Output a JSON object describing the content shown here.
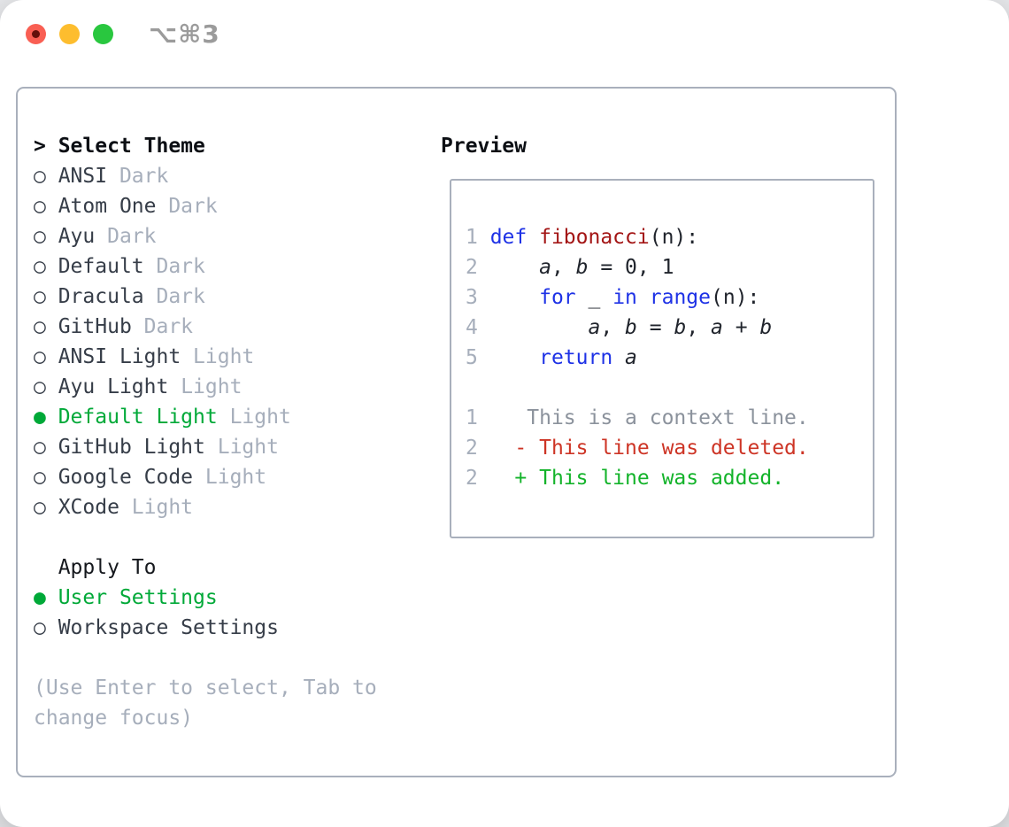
{
  "window": {
    "title": "⌥⌘3",
    "traffic_lights": [
      "close",
      "minimize",
      "zoom"
    ]
  },
  "colors": {
    "accent_green": "#00a938",
    "text_dark": "#363d48",
    "text_muted": "#a6aebb",
    "border_gray": "#a9b0bc",
    "code_keyword_blue": "#1e32e6",
    "code_function_red": "#a31515",
    "diff_deleted_red": "#cd3425",
    "diff_added_green": "#13b32a",
    "traffic_red": "#f95f53",
    "traffic_yellow": "#fdbd2e",
    "traffic_green": "#29c73f"
  },
  "theme_panel": {
    "cursor": "> ",
    "select_heading": "Select Theme",
    "unselected_bullet": "○ ",
    "selected_bullet": "● ",
    "themes": [
      {
        "name": "ANSI",
        "variant": "Dark",
        "selected": false
      },
      {
        "name": "Atom One",
        "variant": "Dark",
        "selected": false
      },
      {
        "name": "Ayu",
        "variant": "Dark",
        "selected": false
      },
      {
        "name": "Default",
        "variant": "Dark",
        "selected": false
      },
      {
        "name": "Dracula",
        "variant": "Dark",
        "selected": false
      },
      {
        "name": "GitHub",
        "variant": "Dark",
        "selected": false
      },
      {
        "name": "ANSI Light",
        "variant": "Light",
        "selected": false
      },
      {
        "name": "Ayu Light",
        "variant": "Light",
        "selected": false
      },
      {
        "name": "Default Light",
        "variant": "Light",
        "selected": true
      },
      {
        "name": "GitHub Light",
        "variant": "Light",
        "selected": false
      },
      {
        "name": "Google Code",
        "variant": "Light",
        "selected": false
      },
      {
        "name": "XCode",
        "variant": "Light",
        "selected": false
      }
    ],
    "apply_heading": "Apply To",
    "targets": [
      {
        "name": "User Settings",
        "selected": true
      },
      {
        "name": "Workspace Settings",
        "selected": false
      }
    ],
    "help_lines": [
      "(Use Enter to select, Tab to",
      "change focus)"
    ]
  },
  "preview": {
    "heading": "Preview",
    "lines": [
      {
        "kind": "code",
        "segments": [
          {
            "t": "1 ",
            "c": "num"
          },
          {
            "t": "def ",
            "c": "kw"
          },
          {
            "t": "fibonacci",
            "c": "fn"
          },
          {
            "t": "(n):",
            "c": "pl"
          }
        ]
      },
      {
        "kind": "code",
        "segments": [
          {
            "t": "2 ",
            "c": "num"
          },
          {
            "t": "    ",
            "c": "pl"
          },
          {
            "t": "a",
            "c": "it"
          },
          {
            "t": ", ",
            "c": "pl"
          },
          {
            "t": "b",
            "c": "it"
          },
          {
            "t": " = 0, 1",
            "c": "pl"
          }
        ]
      },
      {
        "kind": "code",
        "segments": [
          {
            "t": "3 ",
            "c": "num"
          },
          {
            "t": "    ",
            "c": "pl"
          },
          {
            "t": "for",
            "c": "kw"
          },
          {
            "t": " _ ",
            "c": "pl"
          },
          {
            "t": "in",
            "c": "kw"
          },
          {
            "t": " ",
            "c": "pl"
          },
          {
            "t": "range",
            "c": "kw"
          },
          {
            "t": "(n):",
            "c": "pl"
          }
        ]
      },
      {
        "kind": "code",
        "segments": [
          {
            "t": "4 ",
            "c": "num"
          },
          {
            "t": "        ",
            "c": "pl"
          },
          {
            "t": "a",
            "c": "it"
          },
          {
            "t": ", ",
            "c": "pl"
          },
          {
            "t": "b",
            "c": "it"
          },
          {
            "t": " = ",
            "c": "pl"
          },
          {
            "t": "b",
            "c": "it"
          },
          {
            "t": ", ",
            "c": "pl"
          },
          {
            "t": "a",
            "c": "it"
          },
          {
            "t": " + ",
            "c": "pl"
          },
          {
            "t": "b",
            "c": "it"
          }
        ]
      },
      {
        "kind": "code",
        "segments": [
          {
            "t": "5 ",
            "c": "num"
          },
          {
            "t": "    ",
            "c": "pl"
          },
          {
            "t": "return",
            "c": "kw"
          },
          {
            "t": " ",
            "c": "pl"
          },
          {
            "t": "a",
            "c": "it"
          }
        ]
      },
      {
        "kind": "blank",
        "segments": []
      },
      {
        "kind": "diff-context",
        "segments": [
          {
            "t": "1",
            "c": "num"
          },
          {
            "t": "    This is a context line.",
            "c": "ctx"
          }
        ]
      },
      {
        "kind": "diff-deleted",
        "segments": [
          {
            "t": "2",
            "c": "num"
          },
          {
            "t": "   ",
            "c": "pl"
          },
          {
            "t": "- This line was deleted.",
            "c": "del"
          }
        ]
      },
      {
        "kind": "diff-added",
        "segments": [
          {
            "t": "2",
            "c": "num"
          },
          {
            "t": "   ",
            "c": "pl"
          },
          {
            "t": "+ This line was added.",
            "c": "add"
          }
        ]
      }
    ]
  }
}
